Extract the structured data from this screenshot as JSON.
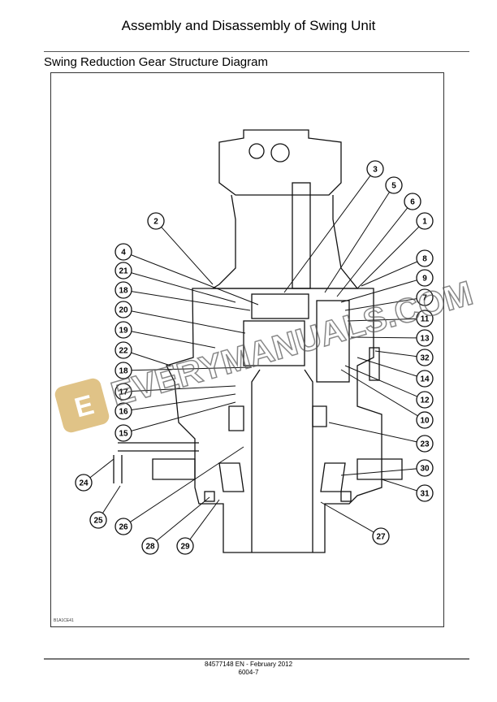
{
  "header": {
    "title": "Assembly and Disassembly of Swing Unit"
  },
  "section": {
    "heading": "Swing Reduction Gear Structure Diagram"
  },
  "figure": {
    "code": "B1A1CE41",
    "callouts": [
      "3",
      "5",
      "6",
      "1",
      "8",
      "9",
      "7",
      "11",
      "13",
      "32",
      "14",
      "12",
      "10",
      "23",
      "30",
      "31",
      "27",
      "2",
      "4",
      "21",
      "18",
      "20",
      "19",
      "22",
      "18",
      "17",
      "16",
      "15",
      "24",
      "25",
      "26",
      "28",
      "29"
    ],
    "watermark": "EVERYMANUALS.COM",
    "watermark_color": "#c9a24a"
  },
  "footer": {
    "doc": "84577148 EN - February 2012",
    "page": "6004-7"
  }
}
